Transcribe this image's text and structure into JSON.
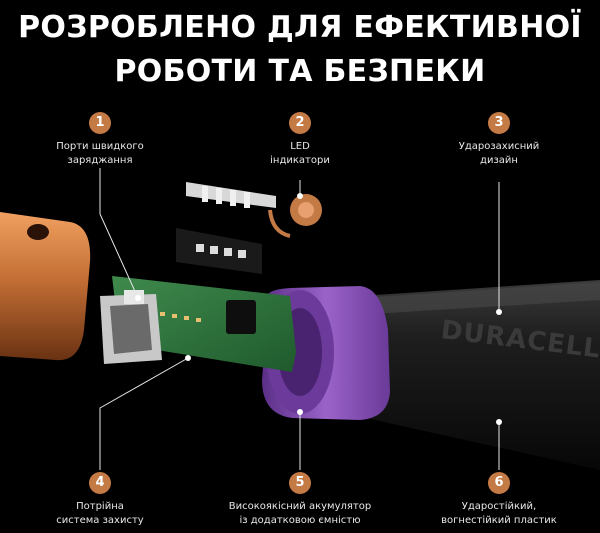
{
  "headline": {
    "line1": "РОЗРОБЛЕНО ДЛЯ ЕФЕКТИВНОЇ",
    "line2": "РОБОТИ ТА БЕЗПЕКИ"
  },
  "brand": "DURACELL",
  "accent_color": "#c47a45",
  "callouts": [
    {
      "number": "1",
      "line1": "Порти швидкого",
      "line2": "заряджання"
    },
    {
      "number": "2",
      "line1": "LED",
      "line2": "індикатори"
    },
    {
      "number": "3",
      "line1": "Ударозахисний",
      "line2": "дизайн"
    },
    {
      "number": "4",
      "line1": "Потрійна",
      "line2": "система захисту"
    },
    {
      "number": "5",
      "line1": "Високоякісний акумулятор",
      "line2": "із додатковою ємністю"
    },
    {
      "number": "6",
      "line1": "Ударостійкий,",
      "line2": "вогнестійкий пластик"
    }
  ]
}
